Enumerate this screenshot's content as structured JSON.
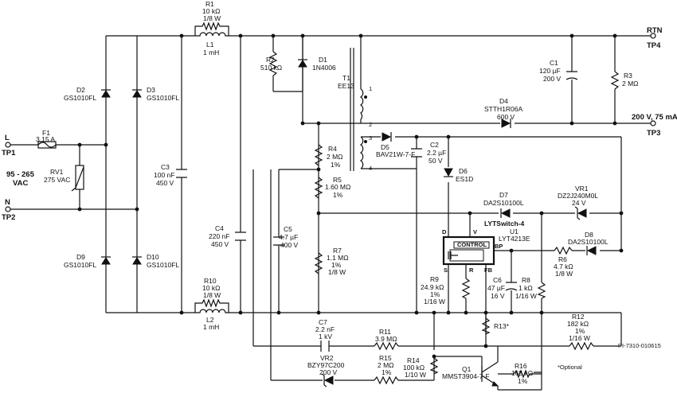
{
  "figure_id": "PI-7310-010615",
  "optional_note": "*Optional",
  "terminals": {
    "tp1_net": "L",
    "tp1": "TP1",
    "tp2_net": "N",
    "tp2": "TP2",
    "tp3_net": "200 V, 75 mA",
    "tp3": "TP3",
    "tp4_net": "RTN",
    "tp4": "TP4"
  },
  "input_label": [
    "95 - 265",
    "VAC"
  ],
  "components": {
    "R1": [
      "R1",
      "10 kΩ",
      "1/8 W"
    ],
    "L1": [
      "L1",
      "1 mH"
    ],
    "R10": [
      "R10",
      "10 kΩ",
      "1/8 W"
    ],
    "L2": [
      "L2",
      "1 mH"
    ],
    "F1": [
      "F1",
      "3.15 A"
    ],
    "RV1": [
      "RV1",
      "275 VAC"
    ],
    "D2": [
      "D2",
      "GS1010FL"
    ],
    "D3": [
      "D3",
      "GS1010FL"
    ],
    "D9": [
      "D9",
      "GS1010FL"
    ],
    "D10": [
      "D10",
      "GS1010FL"
    ],
    "C3": [
      "C3",
      "100 nF",
      "450 V"
    ],
    "C4": [
      "C4",
      "220 nF",
      "450 V"
    ],
    "R2": [
      "R2",
      "510 kΩ"
    ],
    "D1": [
      "D1",
      "1N4006"
    ],
    "T1": [
      "T1",
      "EE13"
    ],
    "T1_pins": [
      "1",
      "2",
      "3",
      "4"
    ],
    "R4": [
      "R4",
      "2 MΩ",
      "1%"
    ],
    "R5": [
      "R5",
      "1.60 MΩ",
      "1%"
    ],
    "C5": [
      "C5",
      "4.7 µF",
      "400 V"
    ],
    "R7": [
      "R7",
      "1.1 MΩ",
      "1%",
      "1/8 W"
    ],
    "D5": [
      "D5",
      "BAV21W-7-F"
    ],
    "C2": [
      "C2",
      "2.2 µF",
      "50 V"
    ],
    "D6": [
      "D6",
      "ES1D"
    ],
    "D4": [
      "D4",
      "STTH1R06A",
      "600 V"
    ],
    "C1": [
      "C1",
      "120 µF",
      "200 V"
    ],
    "R3": [
      "R3",
      "2 MΩ"
    ],
    "D7": [
      "D7",
      "DA2S10100L"
    ],
    "VR1": [
      "VR1",
      "DZ2J240M0L",
      "24 V"
    ],
    "U1": [
      "LYTSwitch-4",
      "U1",
      "LYT4213E"
    ],
    "U1_pins": {
      "d": "D",
      "v": "V",
      "s": "S",
      "r": "R",
      "fb": "FB",
      "bp": "BP",
      "control": "CONTROL"
    },
    "D8": [
      "D8",
      "DA2S10100L"
    ],
    "R6": [
      "R6",
      "4.7 kΩ",
      "1/8 W"
    ],
    "R9": [
      "R9",
      "24.9 kΩ",
      "1%",
      "1/16 W"
    ],
    "C6": [
      "C6",
      "47 µF",
      "16 V"
    ],
    "R8": [
      "R8",
      "1 kΩ",
      "1/16 W"
    ],
    "R13": [
      "R13*"
    ],
    "R12": [
      "R12",
      "182 kΩ",
      "1%",
      "1/16 W"
    ],
    "C7": [
      "C7",
      "2.2 nF",
      "1 kV"
    ],
    "R11": [
      "R11",
      "3.9 MΩ"
    ],
    "VR2": [
      "VR2",
      "BZY97C200",
      "200 V"
    ],
    "R15": [
      "R15",
      "2 MΩ",
      "1%"
    ],
    "R14": [
      "R14",
      "100 kΩ",
      "1/10 W"
    ],
    "Q1": [
      "Q1",
      "MMST3904-7-F"
    ],
    "R16": [
      "R16",
      "165 kΩ",
      "1%"
    ]
  }
}
